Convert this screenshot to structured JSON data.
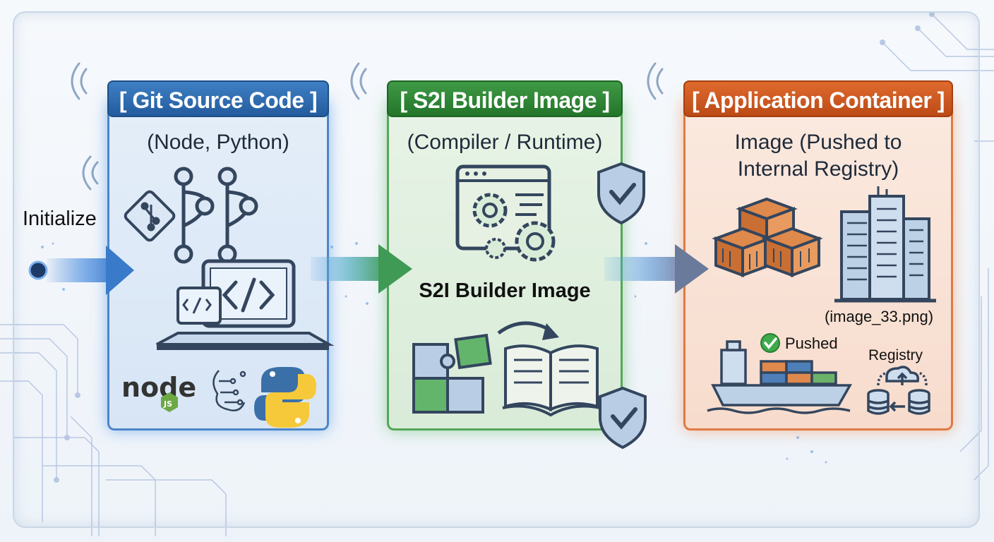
{
  "left_label": "Initialize",
  "panels": {
    "git": {
      "title": "[ Git Source Code ]",
      "subtitle": "(Node, Python)"
    },
    "s2i": {
      "title": "[ S2I Builder Image ]",
      "subtitle": "(Compiler / Runtime)",
      "center_label": "S2I Builder Image"
    },
    "app": {
      "title": "[ Application Container ]",
      "subtitle_line1": "Image (Pushed to",
      "subtitle_line2": "Internal Registry)",
      "image_caption": "(image_33.png)",
      "pushed_label": "Pushed",
      "registry_label": "Registry"
    }
  },
  "logos": {
    "node_text": "node",
    "js_badge": "JS"
  },
  "colors": {
    "blue": "#2f6fb5",
    "green": "#3a9a40",
    "orange": "#d7642a",
    "icon_stroke": "#33465e"
  }
}
